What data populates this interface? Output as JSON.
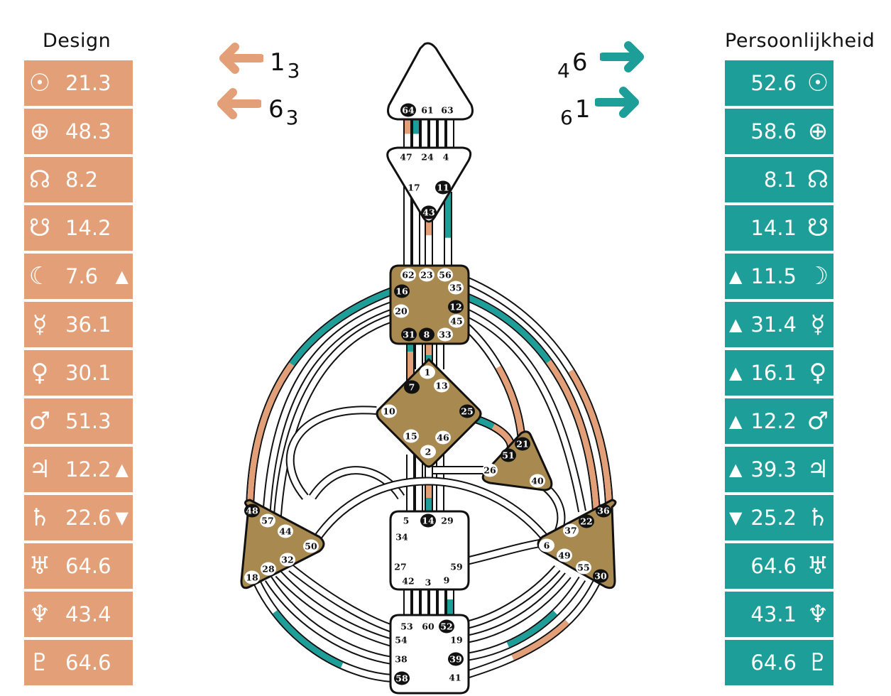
{
  "colors": {
    "design": "#E39F77",
    "personality": "#1E9E98",
    "center_defined": "#A8894F",
    "center_open": "#FFFFFF",
    "outline": "#111111"
  },
  "design": {
    "title": "Design",
    "rows": [
      {
        "planet": "sun",
        "icon": "sun-icon",
        "glyph": "☉",
        "value": "21.3",
        "mark": ""
      },
      {
        "planet": "earth",
        "icon": "earth-icon",
        "glyph": "⊕",
        "value": "48.3",
        "mark": ""
      },
      {
        "planet": "north-node",
        "icon": "north-node-icon",
        "glyph": "☊",
        "value": "8.2",
        "mark": ""
      },
      {
        "planet": "south-node",
        "icon": "south-node-icon",
        "glyph": "☋",
        "value": "14.2",
        "mark": ""
      },
      {
        "planet": "moon",
        "icon": "moon-icon",
        "glyph": "☾",
        "value": "7.6",
        "mark": "▲"
      },
      {
        "planet": "mercury",
        "icon": "mercury-icon",
        "glyph": "☿",
        "value": "36.1",
        "mark": ""
      },
      {
        "planet": "venus",
        "icon": "venus-icon",
        "glyph": "♀",
        "value": "30.1",
        "mark": ""
      },
      {
        "planet": "mars",
        "icon": "mars-icon",
        "glyph": "♂",
        "value": "51.3",
        "mark": ""
      },
      {
        "planet": "jupiter",
        "icon": "jupiter-icon",
        "glyph": "♃",
        "value": "12.2",
        "mark": "▲"
      },
      {
        "planet": "saturn",
        "icon": "saturn-icon",
        "glyph": "♄",
        "value": "22.6",
        "mark": "▼"
      },
      {
        "planet": "uranus",
        "icon": "uranus-icon",
        "glyph": "♅",
        "value": "64.6",
        "mark": ""
      },
      {
        "planet": "neptune",
        "icon": "neptune-icon",
        "glyph": "♆",
        "value": "43.4",
        "mark": ""
      },
      {
        "planet": "pluto",
        "icon": "pluto-icon",
        "glyph": "♇",
        "value": "64.6",
        "mark": ""
      }
    ]
  },
  "personality": {
    "title": "Persoonlijkheid",
    "rows": [
      {
        "planet": "sun",
        "icon": "sun-icon",
        "glyph": "☉",
        "value": "52.6",
        "mark": ""
      },
      {
        "planet": "earth",
        "icon": "earth-icon",
        "glyph": "⊕",
        "value": "58.6",
        "mark": ""
      },
      {
        "planet": "north-node",
        "icon": "north-node-icon",
        "glyph": "☊",
        "value": "8.1",
        "mark": ""
      },
      {
        "planet": "south-node",
        "icon": "south-node-icon",
        "glyph": "☋",
        "value": "14.1",
        "mark": ""
      },
      {
        "planet": "moon",
        "icon": "moon-icon",
        "glyph": "☽",
        "value": "11.5",
        "mark": "▲"
      },
      {
        "planet": "mercury",
        "icon": "mercury-icon",
        "glyph": "☿",
        "value": "31.4",
        "mark": "▲"
      },
      {
        "planet": "venus",
        "icon": "venus-icon",
        "glyph": "♀",
        "value": "16.1",
        "mark": "▲"
      },
      {
        "planet": "mars",
        "icon": "mars-icon",
        "glyph": "♂",
        "value": "12.2",
        "mark": "▲"
      },
      {
        "planet": "jupiter",
        "icon": "jupiter-icon",
        "glyph": "♃",
        "value": "39.3",
        "mark": "▲"
      },
      {
        "planet": "saturn",
        "icon": "saturn-icon",
        "glyph": "♄",
        "value": "25.2",
        "mark": "▼"
      },
      {
        "planet": "uranus",
        "icon": "uranus-icon",
        "glyph": "♅",
        "value": "64.6",
        "mark": ""
      },
      {
        "planet": "neptune",
        "icon": "neptune-icon",
        "glyph": "♆",
        "value": "43.1",
        "mark": ""
      },
      {
        "planet": "pluto",
        "icon": "pluto-icon",
        "glyph": "♇",
        "value": "64.6",
        "mark": ""
      }
    ]
  },
  "variables": {
    "design_top": {
      "main": "1",
      "sub": "3",
      "direction": "left"
    },
    "design_bottom": {
      "main": "6",
      "sub": "3",
      "direction": "left"
    },
    "personality_top": {
      "main": "6",
      "sub": "4",
      "direction": "right"
    },
    "personality_bottom": {
      "main": "1",
      "sub": "6",
      "direction": "right"
    }
  },
  "bodygraph": {
    "centers": [
      {
        "id": "head",
        "defined": false,
        "gates": [
          {
            "n": "64",
            "active": true
          },
          {
            "n": "61",
            "active": false
          },
          {
            "n": "63",
            "active": false
          }
        ]
      },
      {
        "id": "ajna",
        "defined": false,
        "gates": [
          {
            "n": "47",
            "active": false
          },
          {
            "n": "24",
            "active": false
          },
          {
            "n": "4",
            "active": false
          },
          {
            "n": "17",
            "active": false
          },
          {
            "n": "11",
            "active": true
          },
          {
            "n": "43",
            "active": true
          }
        ]
      },
      {
        "id": "throat",
        "defined": true,
        "gates": [
          {
            "n": "62",
            "active": false
          },
          {
            "n": "23",
            "active": false
          },
          {
            "n": "56",
            "active": false
          },
          {
            "n": "35",
            "active": false
          },
          {
            "n": "16",
            "active": true
          },
          {
            "n": "12",
            "active": true
          },
          {
            "n": "20",
            "active": false
          },
          {
            "n": "45",
            "active": false
          },
          {
            "n": "31",
            "active": true
          },
          {
            "n": "8",
            "active": true
          },
          {
            "n": "33",
            "active": false
          }
        ]
      },
      {
        "id": "g",
        "defined": true,
        "gates": [
          {
            "n": "1",
            "active": false
          },
          {
            "n": "7",
            "active": true
          },
          {
            "n": "13",
            "active": false
          },
          {
            "n": "10",
            "active": false
          },
          {
            "n": "25",
            "active": true
          },
          {
            "n": "15",
            "active": false
          },
          {
            "n": "46",
            "active": false
          },
          {
            "n": "2",
            "active": false
          }
        ]
      },
      {
        "id": "heart",
        "defined": true,
        "gates": [
          {
            "n": "21",
            "active": true
          },
          {
            "n": "51",
            "active": true
          },
          {
            "n": "26",
            "active": false
          },
          {
            "n": "40",
            "active": false
          }
        ]
      },
      {
        "id": "spleen",
        "defined": true,
        "gates": [
          {
            "n": "48",
            "active": true
          },
          {
            "n": "57",
            "active": false
          },
          {
            "n": "44",
            "active": false
          },
          {
            "n": "50",
            "active": false
          },
          {
            "n": "32",
            "active": false
          },
          {
            "n": "28",
            "active": false
          },
          {
            "n": "18",
            "active": false
          }
        ]
      },
      {
        "id": "sacral",
        "defined": false,
        "gates": [
          {
            "n": "5",
            "active": false
          },
          {
            "n": "14",
            "active": true
          },
          {
            "n": "29",
            "active": false
          },
          {
            "n": "34",
            "active": false
          },
          {
            "n": "27",
            "active": false
          },
          {
            "n": "59",
            "active": false
          },
          {
            "n": "42",
            "active": false
          },
          {
            "n": "3",
            "active": false
          },
          {
            "n": "9",
            "active": false
          }
        ]
      },
      {
        "id": "solar-plexus",
        "defined": true,
        "gates": [
          {
            "n": "36",
            "active": true
          },
          {
            "n": "22",
            "active": true
          },
          {
            "n": "37",
            "active": false
          },
          {
            "n": "6",
            "active": false
          },
          {
            "n": "49",
            "active": false
          },
          {
            "n": "55",
            "active": false
          },
          {
            "n": "30",
            "active": true
          }
        ]
      },
      {
        "id": "root",
        "defined": false,
        "gates": [
          {
            "n": "53",
            "active": false
          },
          {
            "n": "60",
            "active": false
          },
          {
            "n": "52",
            "active": true
          },
          {
            "n": "54",
            "active": false
          },
          {
            "n": "19",
            "active": false
          },
          {
            "n": "38",
            "active": false
          },
          {
            "n": "39",
            "active": true
          },
          {
            "n": "58",
            "active": true
          },
          {
            "n": "41",
            "active": false
          }
        ]
      }
    ]
  }
}
